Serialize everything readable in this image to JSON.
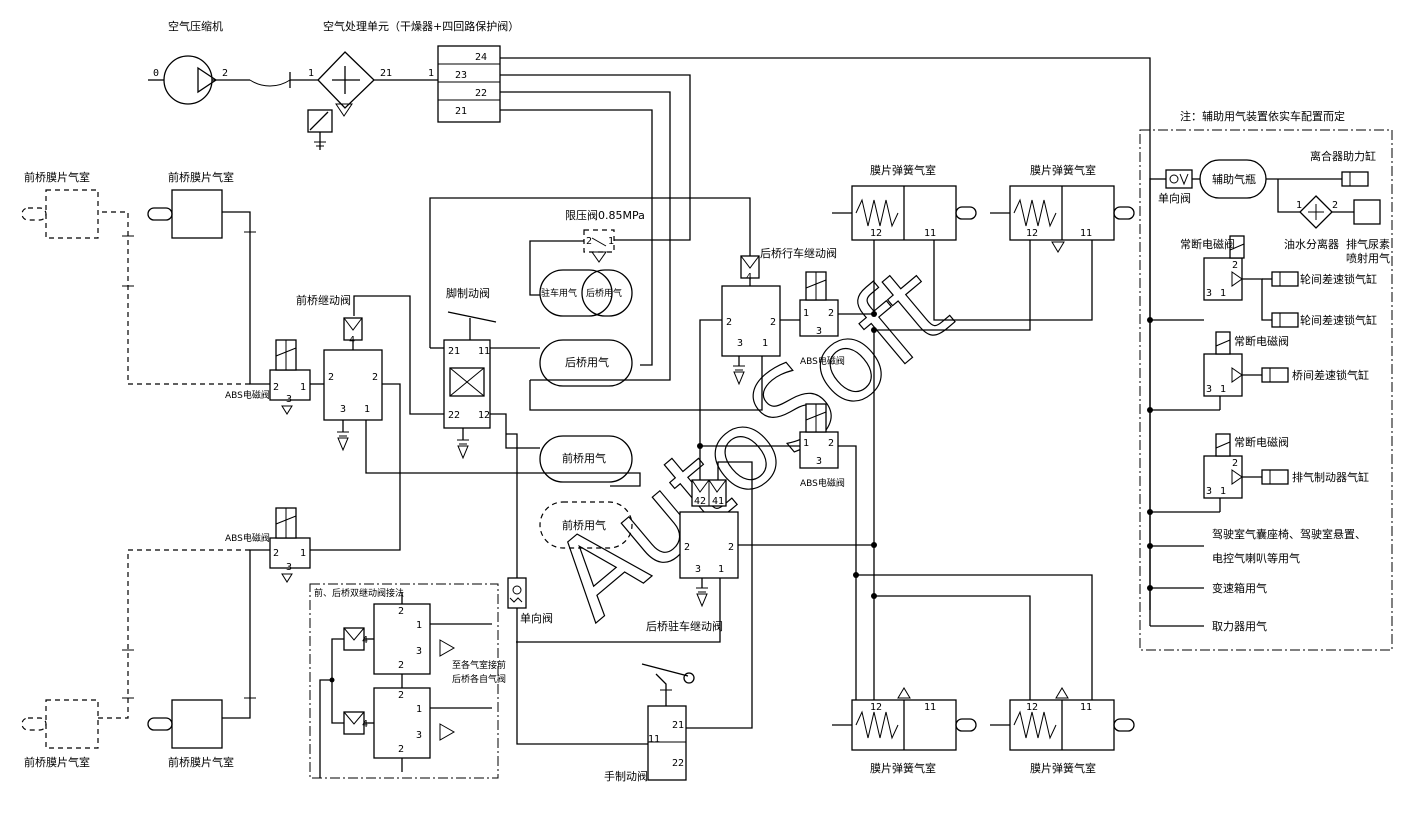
{
  "labels": {
    "air_compressor": "空气压缩机",
    "air_treatment": "空气处理单元（干燥器+四回路保护阀）",
    "limit_valve": "限压阀0.85MPa",
    "foot_brake_valve": "脚制动阀",
    "front_relay_valve": "前桥继动阀",
    "rear_service_relay": "后桥行车继动阀",
    "rear_park_relay": "后桥驻车继动阀",
    "hand_brake_valve": "手制动阀",
    "check_valve": "单向阀",
    "abs_valve": "ABS电磁阀",
    "front_chamber": "前桥膜片气室",
    "spring_chamber": "膜片弹簧气室",
    "spring_chamber_partial": "膜片弹簧气室",
    "park_tank": "驻车用气",
    "rear_tank_small": "后桥用气",
    "rear_tank": "后桥用气",
    "front_tank": "前桥用气",
    "note": "注：辅助用气装置依实车配置而定",
    "aux_air": "辅助气瓶",
    "clutch_cyl": "离合器助力缸",
    "oil_sep": "油水分离器",
    "exhaust_spray": "排气尿素",
    "spray_air": "喷射用气",
    "nc_valve": "常断电磁阀",
    "wheel_diff1": "轮间差速锁气缸",
    "wheel_diff2": "轮间差速锁气缸",
    "axle_diff": "桥间差速锁气缸",
    "exhaust_brake": "排气制动器气缸",
    "cab_seat": "驾驶室气囊座椅、驾驶室悬置、",
    "horn": "电控气喇叭等用气",
    "gearbox": "变速箱用气",
    "pto": "取力器用气",
    "inset_title": "前、后桥双继动阀接法",
    "inset_note1": "至各气室接前",
    "inset_note2": "后桥各自气阀",
    "watermark": "AutoSoft"
  },
  "ports": {
    "p0": "0",
    "p1": "1",
    "p2": "2",
    "p3": "3",
    "p4": "4",
    "p11": "11",
    "p12": "12",
    "p21": "21",
    "p22": "22",
    "p23": "23",
    "p24": "24",
    "p41": "41",
    "p42": "42"
  }
}
